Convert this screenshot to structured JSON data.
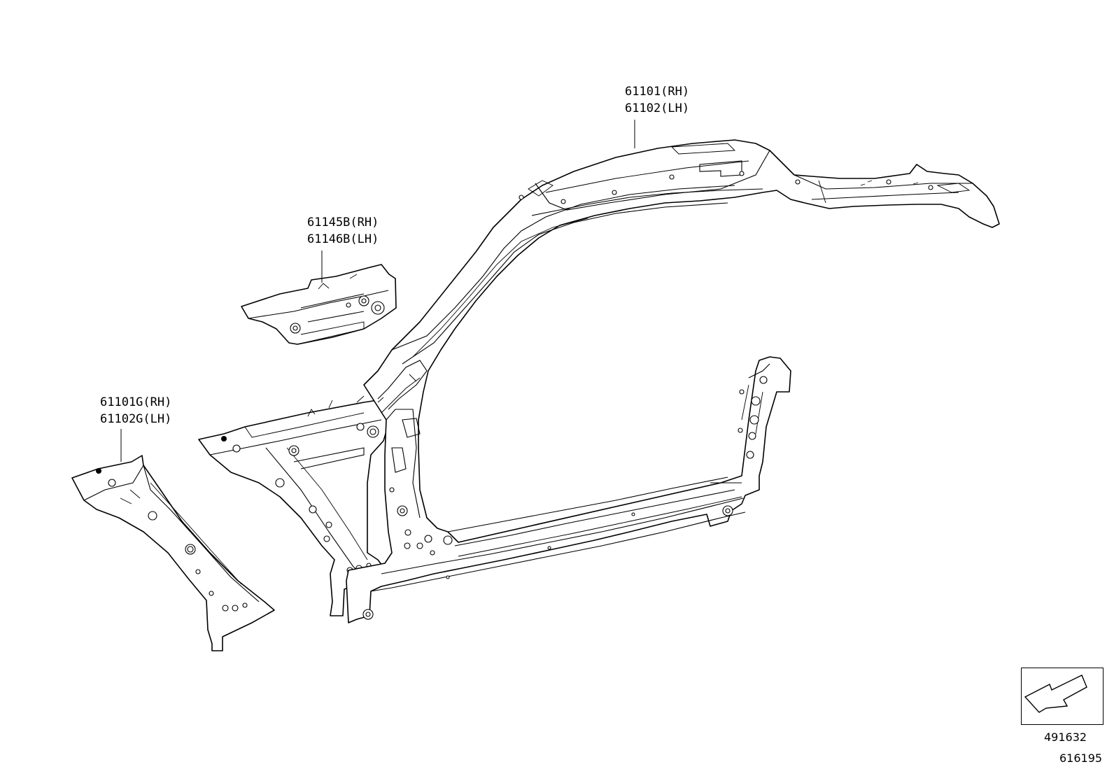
{
  "callouts": {
    "roof_side": {
      "rh": "61101(RH)",
      "lh": "61102(LH)"
    },
    "inner_bracket": {
      "rh": "61145B(RH)",
      "lh": "61146B(LH)"
    },
    "front_pillar": {
      "rh": "61101G(RH)",
      "lh": "61102G(LH)"
    }
  },
  "legend_code": "491632",
  "diagram_code": "616195",
  "icons": {
    "legend": "direction-arrow-icon"
  }
}
